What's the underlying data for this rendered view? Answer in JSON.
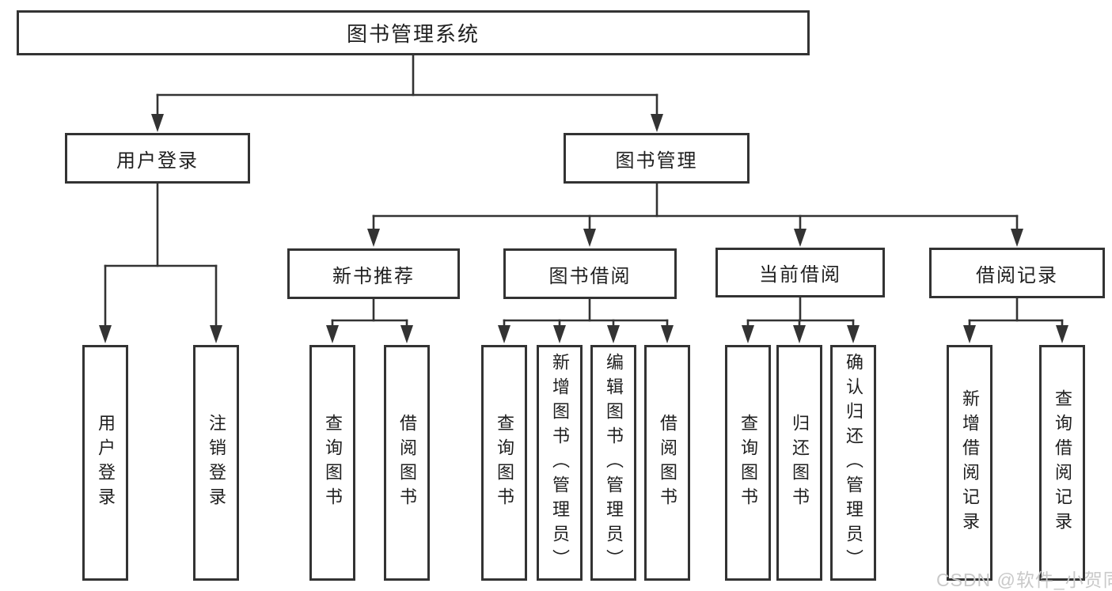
{
  "nodes": {
    "root": "图书管理系统",
    "user_login_group": "用户登录",
    "book_management": "图书管理",
    "new_book_recommend": "新书推荐",
    "book_borrowing": "图书借阅",
    "current_borrowing": "当前借阅",
    "borrow_records": "借阅记录",
    "leaf_user_login": "用户登录",
    "leaf_logout": "注销登录",
    "leaf_query_books_a": "查询图书",
    "leaf_borrow_books_a": "借阅图书",
    "leaf_query_books_b": "查询图书",
    "leaf_add_books_admin": "新增图书（管理员）",
    "leaf_edit_books_admin": "编辑图书（管理员）",
    "leaf_borrow_books_b": "借阅图书",
    "leaf_query_books_c": "查询图书",
    "leaf_return_books": "归还图书",
    "leaf_confirm_return_admin": "确认归还（管理员）",
    "leaf_add_borrow_record": "新增借阅记录",
    "leaf_query_borrow_record": "查询借阅记录"
  },
  "watermark": "CSDN @软件_小贺同学",
  "colors": {
    "line": "#333333",
    "text": "#1f1f1f",
    "watermark": "#c9c9c9",
    "background": "#ffffff"
  }
}
